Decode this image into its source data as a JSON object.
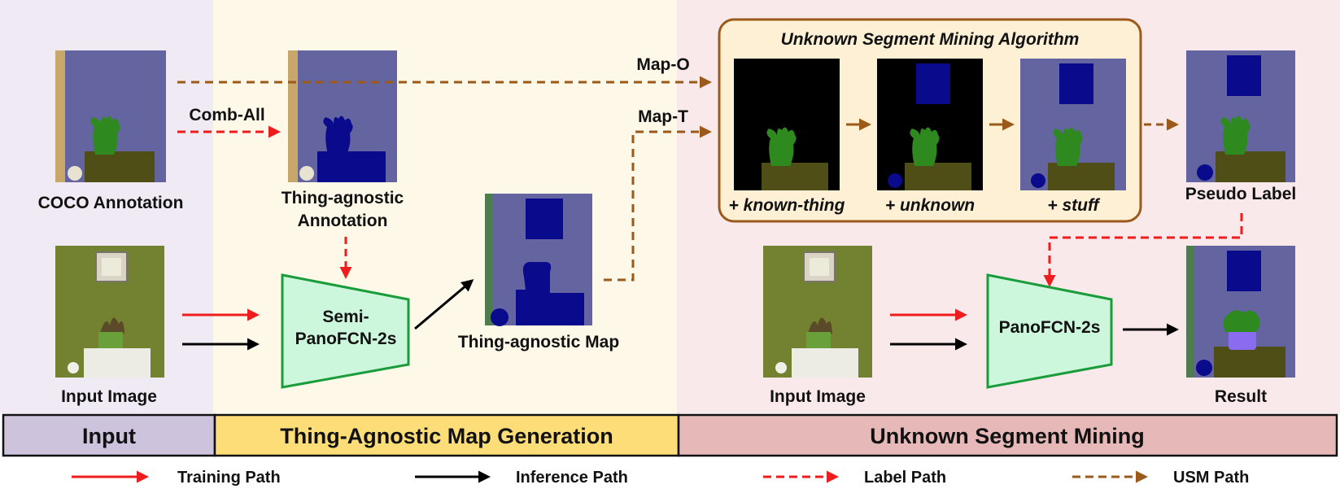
{
  "colors": {
    "input_bg": "#efeaf4",
    "thing_bg": "#fdf8e8",
    "usm_bg": "#f9e9ea",
    "input_band": "#cdc3dc",
    "thing_band": "#fcdd77",
    "usm_band": "#e7b8b8",
    "usm_box": "#fdf0d5",
    "usm_box_border": "#9c5a1a",
    "network_fill": "#cdf7dc",
    "network_border": "#1a9c3a",
    "training": "#ee1c1c",
    "inference": "#000000",
    "label_path": "#ee1c1c",
    "usm_path": "#9c5a1a",
    "seg_wall": "#6464a0",
    "seg_known": "#2e2ed0",
    "seg_unknown": "#0a0a8c",
    "seg_plant": "#2e8a1e",
    "seg_counter": "#4e4e16"
  },
  "labels": {
    "coco_annotation": "COCO  Annotation",
    "thing_agnostic_annotation_1": "Thing-agnostic",
    "thing_agnostic_annotation_2": "Annotation",
    "input_image_left": "Input Image",
    "input_image_right": "Input Image",
    "comb_all": "Comb-All",
    "map_o": "Map-O",
    "map_t": "Map-T",
    "semi_net_1": "Semi-",
    "semi_net_2": "PanoFCN-2s",
    "panofcn": "PanoFCN-2s",
    "thing_agnostic_map": "Thing-agnostic Map",
    "usm_title": "Unknown Segment Mining Algorithm",
    "known_thing": "+ known-thing",
    "unknown": "+ unknown",
    "stuff": "+ stuff",
    "pseudo_label": "Pseudo Label",
    "result": "Result"
  },
  "bands": {
    "input": "Input",
    "thing": "Thing-Agnostic Map Generation",
    "usm": "Unknown Segment Mining"
  },
  "legend": {
    "training": "Training Path",
    "inference": "Inference Path",
    "label": "Label Path",
    "usm": "USM Path"
  }
}
